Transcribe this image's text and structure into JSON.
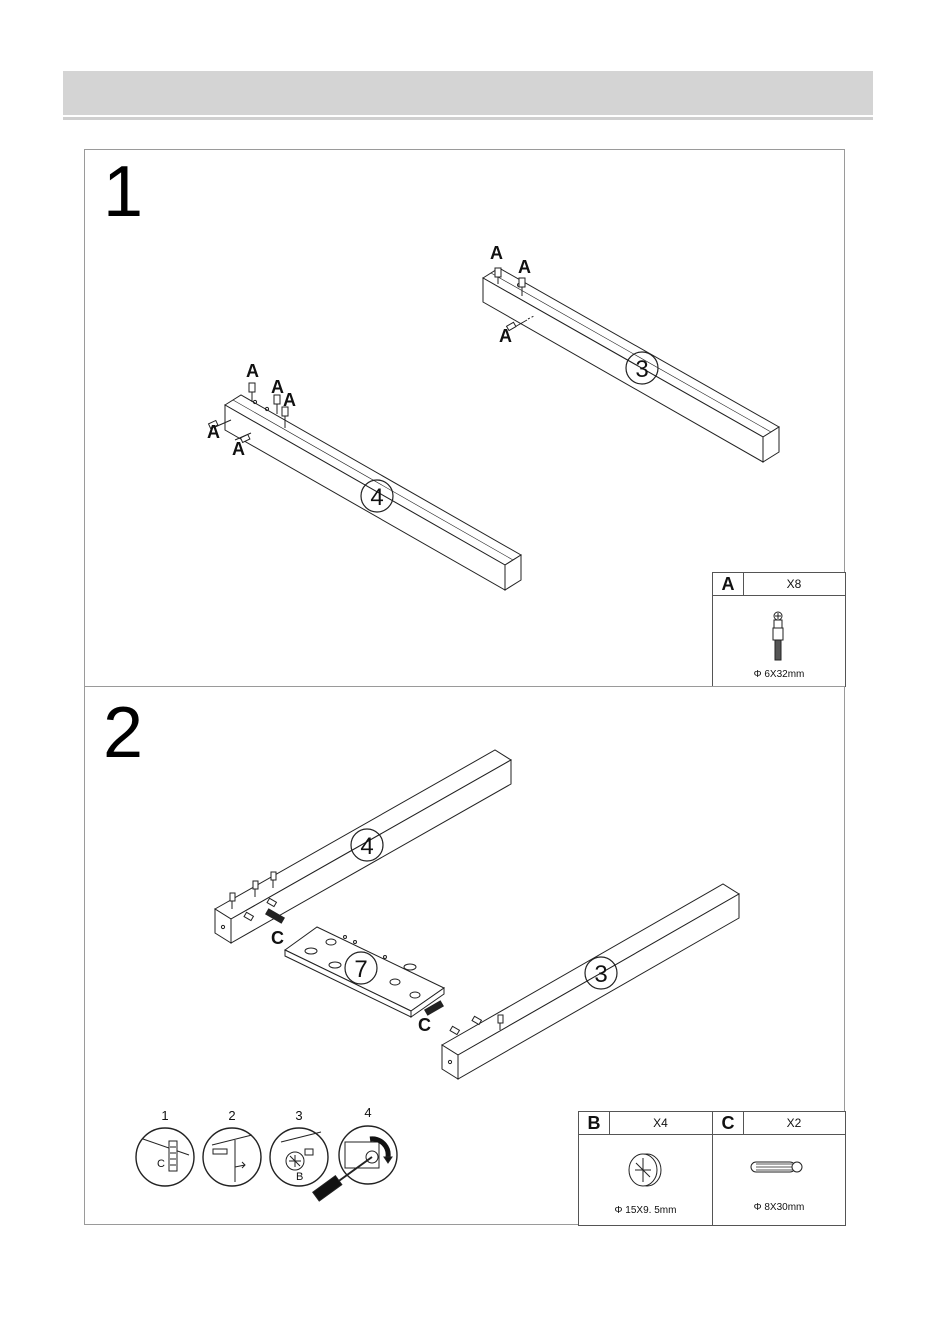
{
  "header": {
    "title": ""
  },
  "steps": [
    {
      "number": "1",
      "parts": [
        {
          "letter": "A",
          "qty": "X8",
          "spec": "Φ 6X32mm",
          "icon": "cam-bolt-icon"
        }
      ],
      "labels": {
        "rail_a": "3",
        "rail_b": "4",
        "fastener": "A"
      }
    },
    {
      "number": "2",
      "parts": [
        {
          "letter": "B",
          "qty": "X4",
          "spec": "Φ 15X9. 5mm",
          "icon": "cam-lock-icon"
        },
        {
          "letter": "C",
          "qty": "X2",
          "spec": "Φ 8X30mm",
          "icon": "wood-dowel-icon"
        }
      ],
      "labels": {
        "rail_top": "4",
        "plate": "7",
        "rail_bottom": "3",
        "dowel": "C"
      },
      "detail_steps": [
        "1",
        "2",
        "3",
        "4"
      ],
      "detail_letters": {
        "dowel": "C",
        "cam": "B"
      }
    }
  ]
}
